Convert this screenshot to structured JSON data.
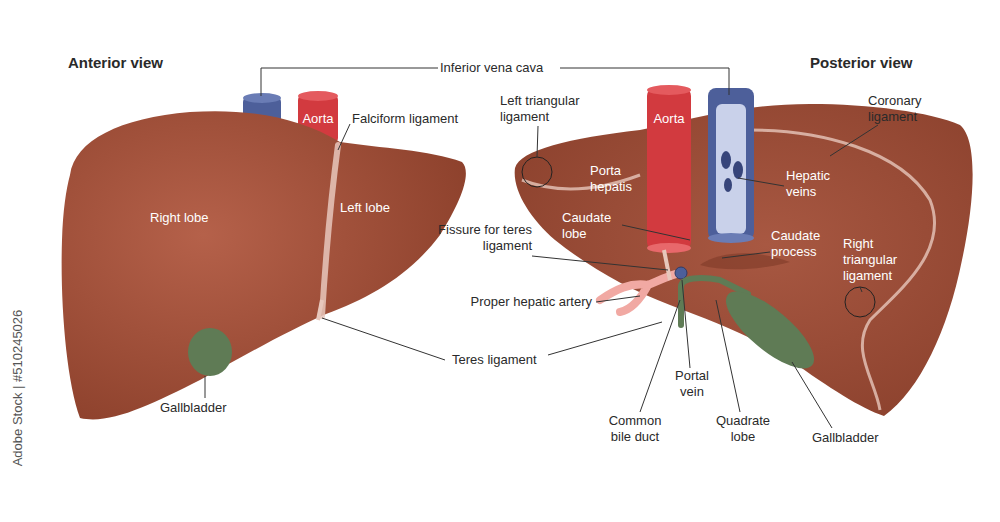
{
  "diagram": {
    "labels": [
      "Anterior view",
      "Inferior vena cava",
      "Posterior view",
      "Aorta",
      "Falciform ligament",
      "Left triangular ligament",
      "Aorta",
      "Coronary ligament",
      "Porta hepatis",
      "Hepatic veins",
      "Right lobe",
      "Left lobe",
      "Caudate lobe",
      "Fissure for teres ligament",
      "Caudate process",
      "Right triangular ligament",
      "Proper hepatic artery",
      "Teres ligament",
      "Portal vein",
      "Gallbladder",
      "Common bile duct",
      "Quadrate lobe",
      "Gallbladder",
      "Adobe Stock | #510245026"
    ]
  }
}
